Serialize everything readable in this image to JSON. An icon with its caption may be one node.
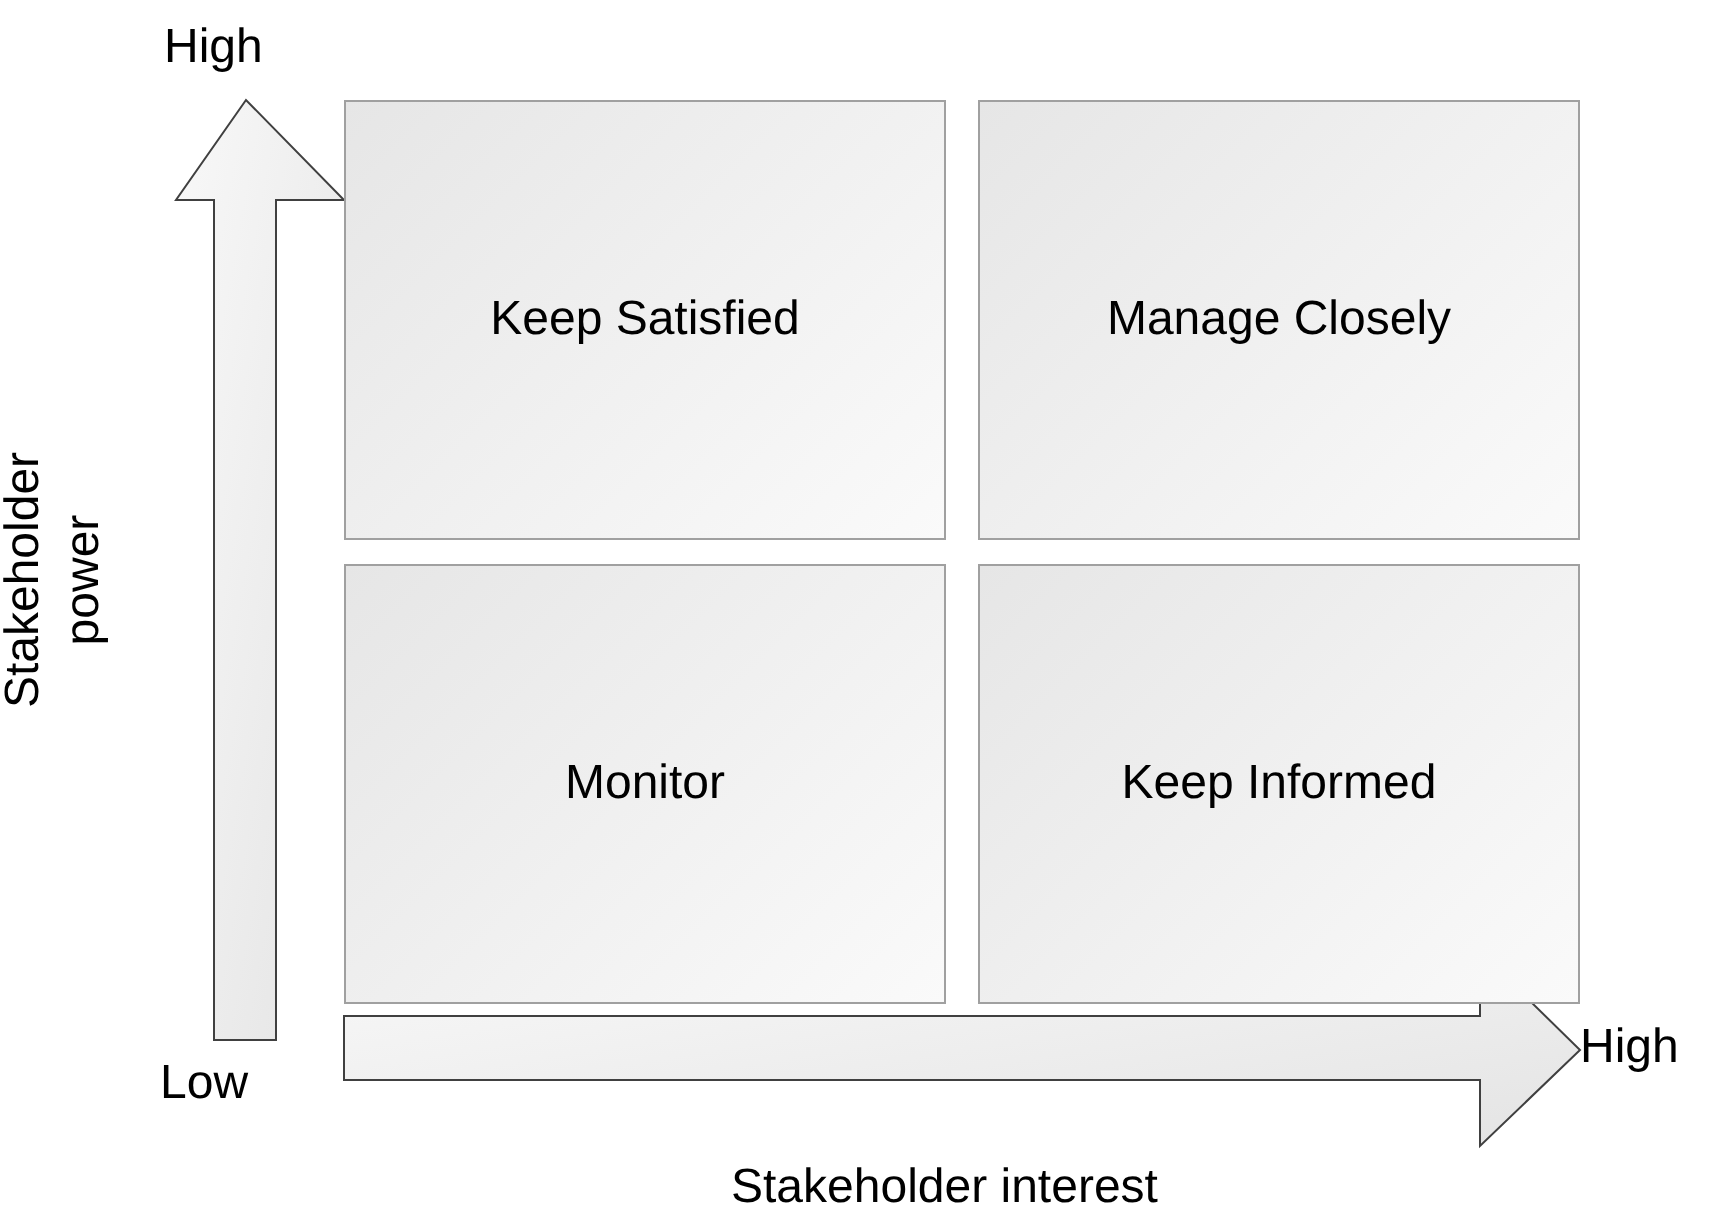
{
  "diagram": {
    "nodes": [
      {
        "text": [
          "Keep Satisfied"
        ]
      },
      {
        "text": [
          "Manage Closely"
        ]
      },
      {
        "text": [
          "Monitor"
        ]
      },
      {
        "text": [
          "Keep Informed"
        ]
      }
    ],
    "labels": [
      "High",
      "Stakeholder power",
      "Low",
      "High",
      "Stakeholder interest"
    ]
  }
}
